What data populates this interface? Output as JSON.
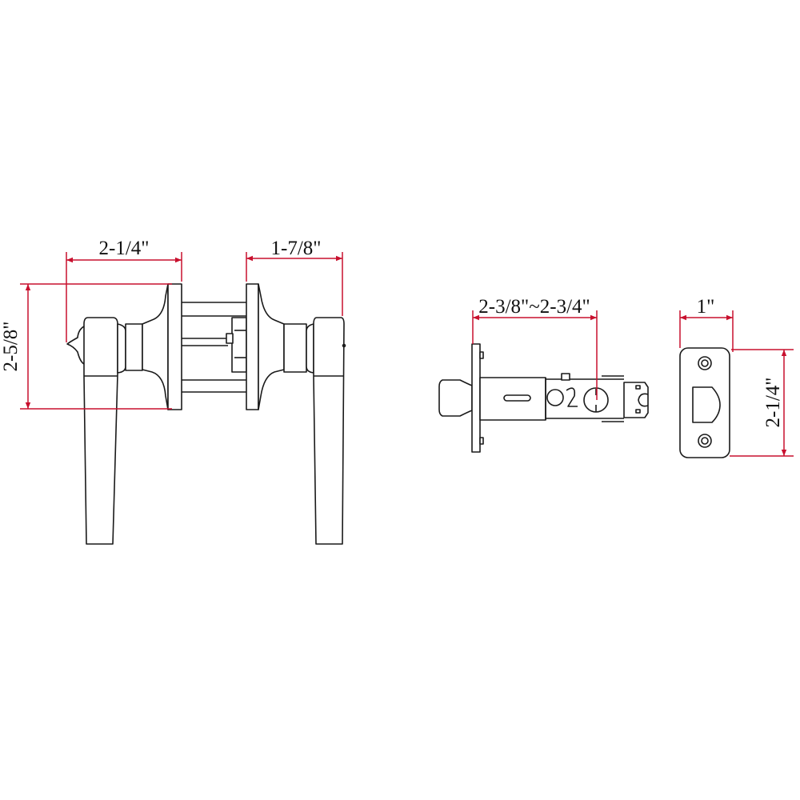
{
  "colors": {
    "dimension_line": "#c8102e",
    "outline": "#1a1a1a",
    "background": "#ffffff"
  },
  "dimensions": {
    "lever_projection": "2-1/4\"",
    "lever_projection_inner": "1-7/8\"",
    "rose_diameter": "2-5/8\"",
    "backset": "2-3/8\"~2-3/4\"",
    "strike_width": "1\"",
    "strike_height": "2-1/4\""
  }
}
